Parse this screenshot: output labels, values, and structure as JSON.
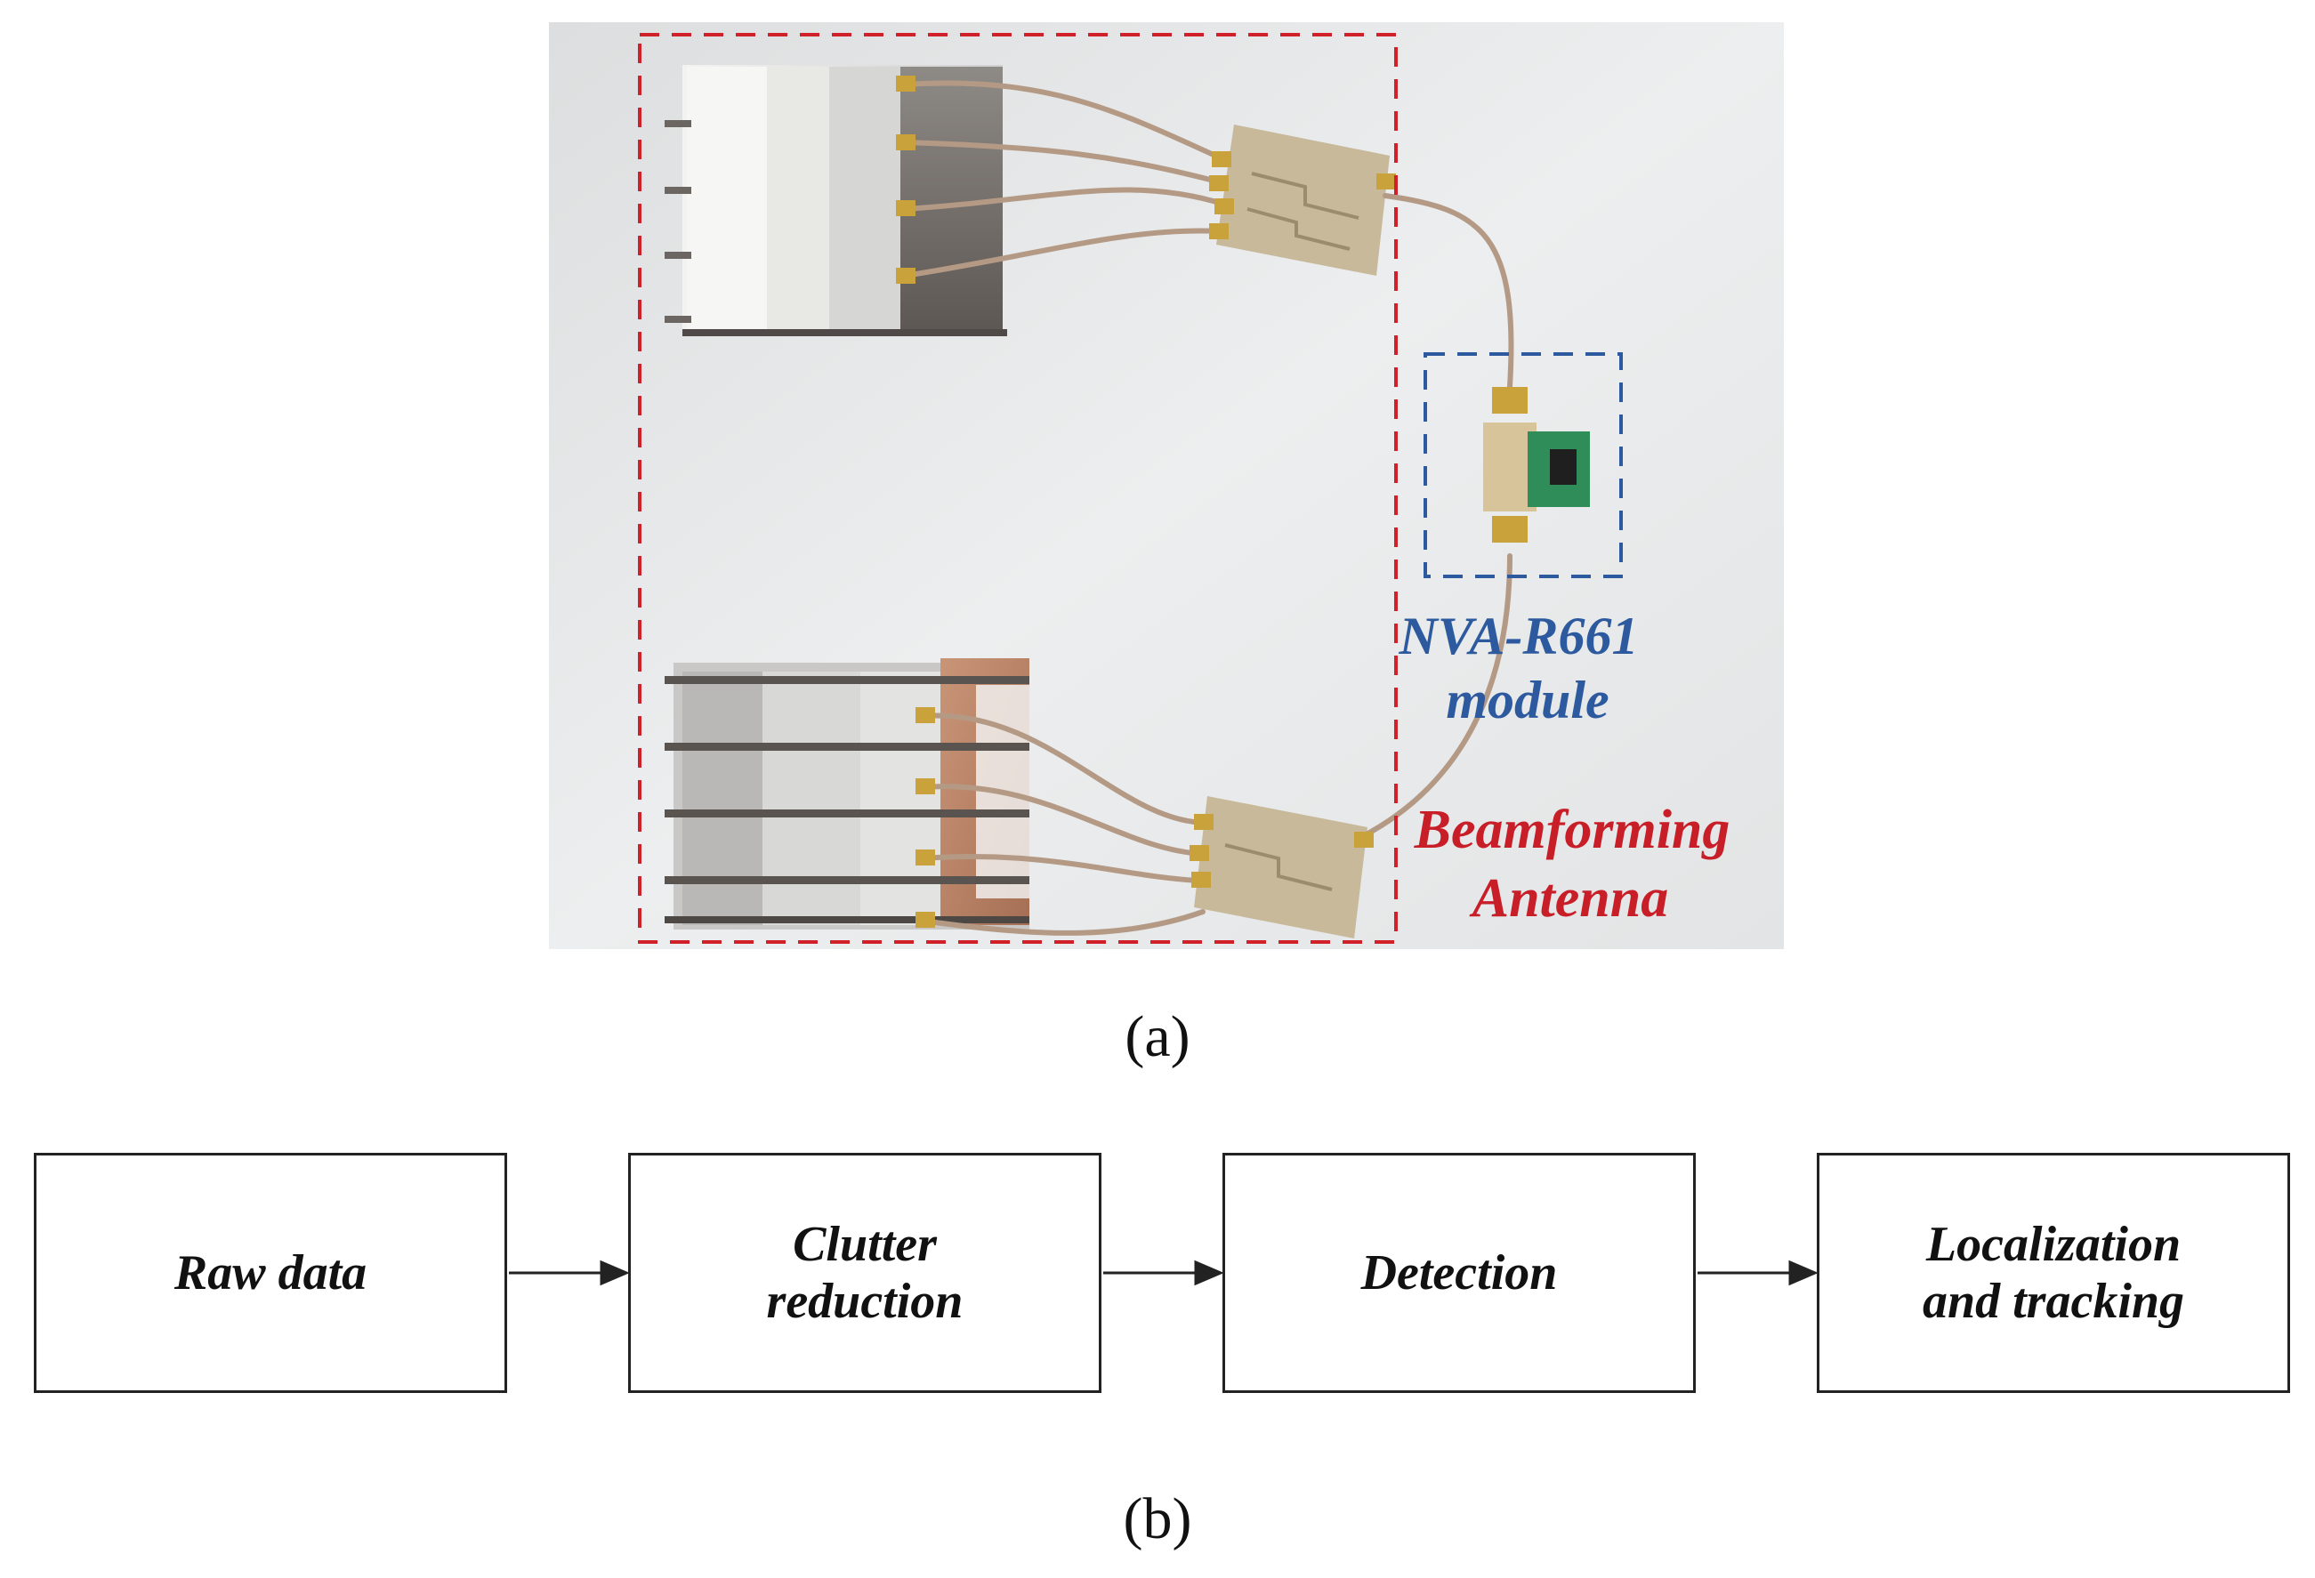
{
  "figure": {
    "panel_a": {
      "label": "(a)",
      "annotations": {
        "module_label_line1": "NVA-R661",
        "module_label_line2": "module",
        "antenna_label_line1": "Beamforming",
        "antenna_label_line2": "Antenna"
      },
      "colors": {
        "antenna_box": "#d0202a",
        "module_box": "#2d5a9e",
        "module_text": "#2d5a9e",
        "antenna_text": "#c81e28",
        "background": "#e6e7e8"
      }
    },
    "panel_b": {
      "label": "(b)",
      "steps": [
        {
          "text": "Raw data"
        },
        {
          "text": "Clutter\nreduction"
        },
        {
          "text": "Detection"
        },
        {
          "text": "Localization\nand tracking"
        }
      ]
    }
  }
}
